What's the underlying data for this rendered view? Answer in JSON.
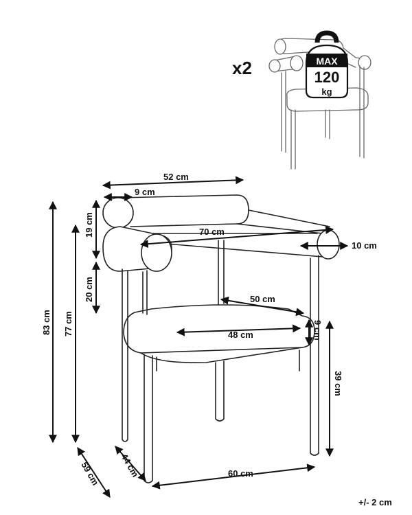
{
  "quantity": "x2",
  "max_load": {
    "label": "MAX",
    "value": "120",
    "unit": "kg"
  },
  "dimensions": {
    "total_width": "52 cm",
    "armrest_diameter_top": "9 cm",
    "backrest_height": "19 cm",
    "inner_width": "70 cm",
    "armrest_diameter": "10 cm",
    "arm_to_seat": "20 cm",
    "seat_depth": "50 cm",
    "total_height": "83 cm",
    "armrest_height": "77 cm",
    "seat_width": "48 cm",
    "seat_thickness": "9 cm",
    "seat_height": "39 cm",
    "depth_left": "44 cm",
    "total_depth": "59 cm",
    "total_length": "60 cm"
  },
  "tolerance": "+/- 2 cm"
}
